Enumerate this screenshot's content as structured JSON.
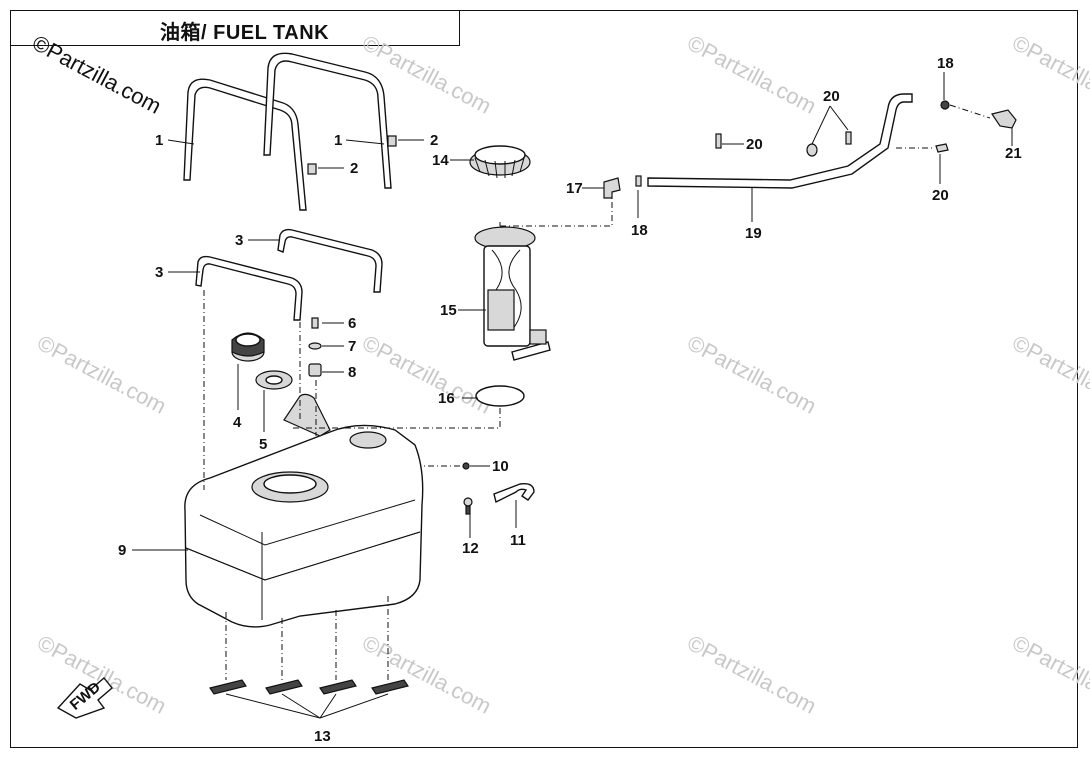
{
  "title": "油箱/ FUEL TANK",
  "watermark_main": "©Partzilla.com",
  "watermark_repeat": "©Partzilla.com",
  "fwd_label": "FWD",
  "callouts": [
    "1",
    "1",
    "2",
    "2",
    "3",
    "3",
    "4",
    "5",
    "6",
    "7",
    "8",
    "9",
    "10",
    "11",
    "12",
    "13",
    "14",
    "15",
    "16",
    "17",
    "18",
    "18",
    "19",
    "20",
    "20",
    "20",
    "21"
  ]
}
